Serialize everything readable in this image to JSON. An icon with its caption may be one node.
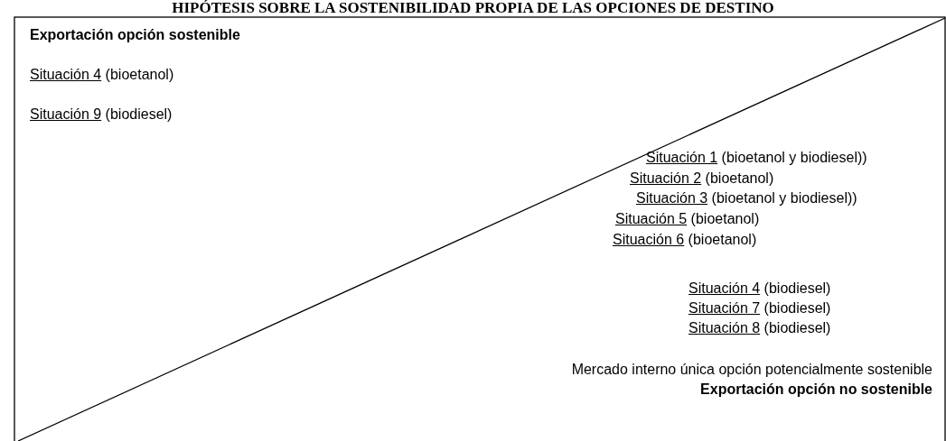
{
  "diagram": {
    "title": "HIPÓTESIS SOBRE LA SOSTENIBILIDAD PROPIA DE LAS OPCIONES DE DESTINO",
    "labels": [
      "Exportación opción sostenible",
      "Situación 4 (bioetanol)",
      "Situación 9 (biodiesel)",
      "Situación 1 (bioetanol y biodiesel))",
      "Situación 2 (bioetanol)",
      "Situación 3 (bioetanol y biodiesel))",
      "Situación 5 (bioetanol)",
      "Situación 6 (bioetanol)",
      "Situación 4 (biodiesel)",
      "Situación 7 (biodiesel)",
      "Situación 8 (biodiesel)",
      "Mercado interno única opción potencialmente sostenible",
      "Exportación opción no sostenible"
    ]
  }
}
